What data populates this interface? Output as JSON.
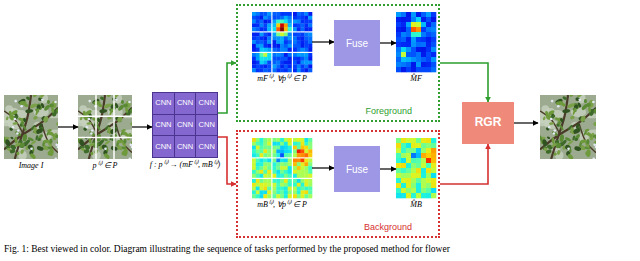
{
  "diagram": {
    "caption": "Fig. 1: Best viewed in color. Diagram illustrating the sequence of tasks performed by the proposed method for flower",
    "nodes": [
      {
        "text": [
          "Image I"
        ]
      },
      {
        "text": [
          "p⁽ⁱ⁾ ∈ P"
        ]
      },
      {
        "text": [
          "f : p⁽ⁱ⁾ → (mF⁽ⁱ⁾, mB⁽ⁱ⁾)"
        ]
      },
      {
        "text": [
          "CNN"
        ],
        "in": 2
      },
      {
        "text": [
          "CNN"
        ],
        "in": 2
      },
      {
        "text": [
          "CNN"
        ],
        "in": 2
      },
      {
        "text": [
          "CNN"
        ],
        "in": 2
      },
      {
        "text": [
          "CNN"
        ],
        "in": 2
      },
      {
        "text": [
          "CNN"
        ],
        "in": 2
      },
      {
        "text": [
          "CNN"
        ],
        "in": 2
      },
      {
        "text": [
          "CNN"
        ],
        "in": 2
      },
      {
        "text": [
          "CNN"
        ],
        "in": 2
      },
      {
        "text": [
          "Foreground"
        ]
      },
      {
        "text": [
          "mF⁽ⁱ⁾, ∀p⁽ⁱ⁾ ∈ P"
        ],
        "in": 12
      },
      {
        "text": [
          "Fuse"
        ],
        "in": 12
      },
      {
        "text": [
          "M̂F"
        ],
        "in": 12
      },
      {
        "text": [
          "Background"
        ]
      },
      {
        "text": [
          "mB⁽ⁱ⁾, ∀p⁽ⁱ⁾ ∈ P"
        ],
        "in": 16
      },
      {
        "text": [
          "Fuse"
        ],
        "in": 16
      },
      {
        "text": [
          "M̂B"
        ],
        "in": 16
      },
      {
        "text": [
          "RGR"
        ]
      }
    ],
    "edges": [
      {
        "from": 0,
        "to": 1,
        "arrow": "to"
      },
      {
        "from": 1,
        "to": 2,
        "arrow": "to"
      },
      {
        "from": 2,
        "to": 12,
        "arrow": "to"
      },
      {
        "from": 2,
        "to": 16,
        "arrow": "to"
      },
      {
        "from": 13,
        "to": 14,
        "arrow": "to"
      },
      {
        "from": 14,
        "to": 15,
        "arrow": "to"
      },
      {
        "from": 17,
        "to": 18,
        "arrow": "to"
      },
      {
        "from": 18,
        "to": 19,
        "arrow": "to"
      },
      {
        "from": 12,
        "to": 20,
        "arrow": "to"
      },
      {
        "from": 16,
        "to": 20,
        "arrow": "to"
      }
    ]
  }
}
